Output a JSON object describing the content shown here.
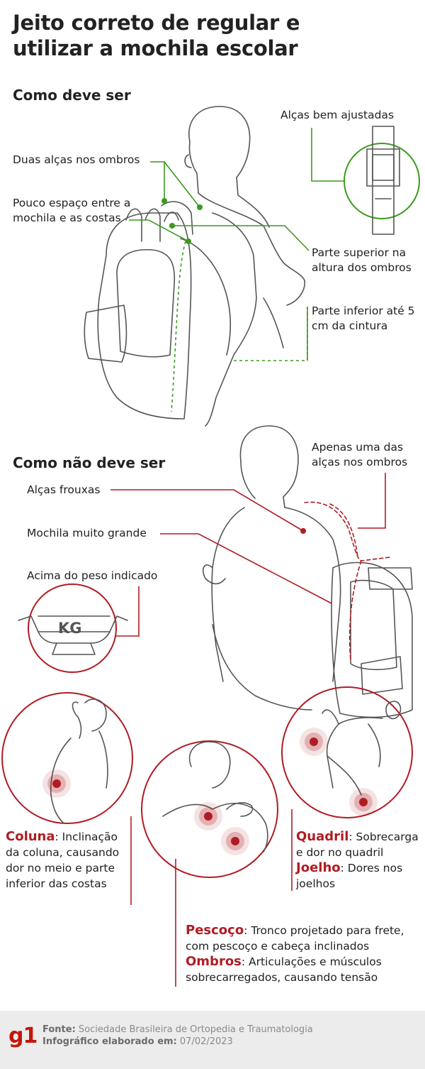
{
  "title": [
    "Jeito correto de regular e",
    "utilizar a mochila escolar"
  ],
  "good": {
    "heading": "Como deve ser",
    "labels": {
      "straps_tight": "Alças bem ajustadas",
      "two_straps": "Duas alças nos ombros",
      "little_space_1": "Pouco espaço entre a",
      "little_space_2": "mochila e as costas",
      "top_1": "Parte superior na",
      "top_2": "altura dos ombros",
      "bottom_1": "Parte inferior até 5",
      "bottom_2": "cm da cintura"
    }
  },
  "bad": {
    "heading": "Como não deve ser",
    "labels": {
      "one_strap_1": "Apenas uma das",
      "one_strap_2": "alças nos ombros",
      "loose": "Alças frouxas",
      "too_big": "Mochila muito grande",
      "overweight": "Acima do peso indicado",
      "kg": "KG"
    }
  },
  "effects": {
    "coluna": {
      "term": "Coluna",
      "text": [
        ": Inclinação",
        "da coluna, causando",
        "dor no meio e parte",
        "inferior das costas"
      ]
    },
    "quadril": {
      "term": "Quadril",
      "text": [
        ": Sobrecarga",
        "e dor no quadril"
      ]
    },
    "joelho": {
      "term": "Joelho",
      "text": [
        ": Dores nos",
        "joelhos"
      ]
    },
    "pescoco": {
      "term": "Pescoço",
      "text": [
        ": Tronco projetado para frete,",
        "com pescoço e cabeça inclinados"
      ]
    },
    "ombros": {
      "term": "Ombros",
      "text": [
        ": Articulações e músculos",
        "sobrecarregados, causando tensão"
      ]
    }
  },
  "footer": {
    "logo": "g1",
    "source_label": "Fonte:",
    "source": " Sociedade Brasileira de Ortopedia e Traumatologia",
    "made_label": "Infográfico elaborado em:",
    "made_date": " 07/02/2023"
  },
  "colors": {
    "green": "#3a9a1e",
    "red": "#b01c24",
    "line": "#555555"
  }
}
